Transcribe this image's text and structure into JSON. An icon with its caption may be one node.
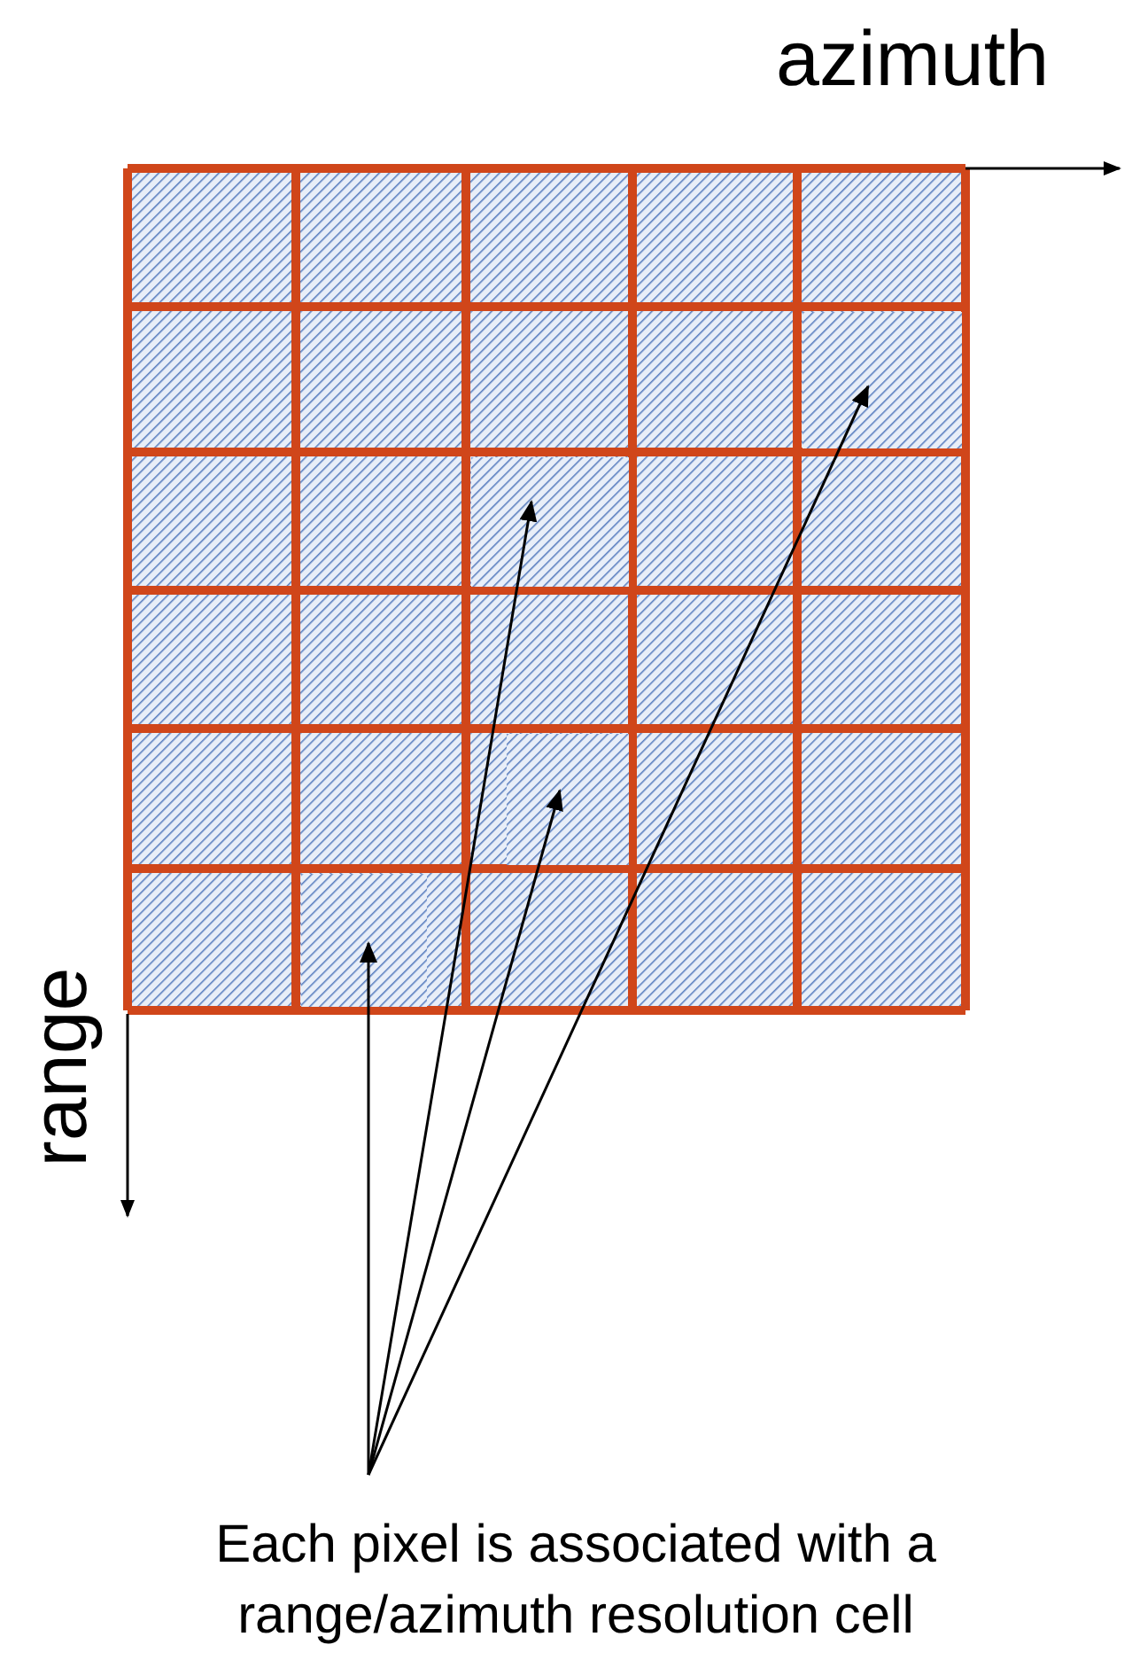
{
  "diagram": {
    "nodes": [
      {
        "text": [],
        "shape": "box"
      },
      {
        "text": [],
        "shape": "box"
      },
      {
        "text": [],
        "shape": "box"
      },
      {
        "text": [],
        "shape": "box"
      },
      {
        "text": [
          "Each pixel is associated with a range/azimuth resolution cell"
        ]
      }
    ],
    "edges": [
      {
        "from": 4,
        "to": 0,
        "arrow": "to"
      },
      {
        "from": 4,
        "to": 1,
        "arrow": "to"
      },
      {
        "from": 4,
        "to": 2,
        "arrow": "to"
      },
      {
        "from": 4,
        "to": 3,
        "arrow": "to"
      }
    ],
    "labels": [
      "azimuth",
      "range"
    ]
  }
}
